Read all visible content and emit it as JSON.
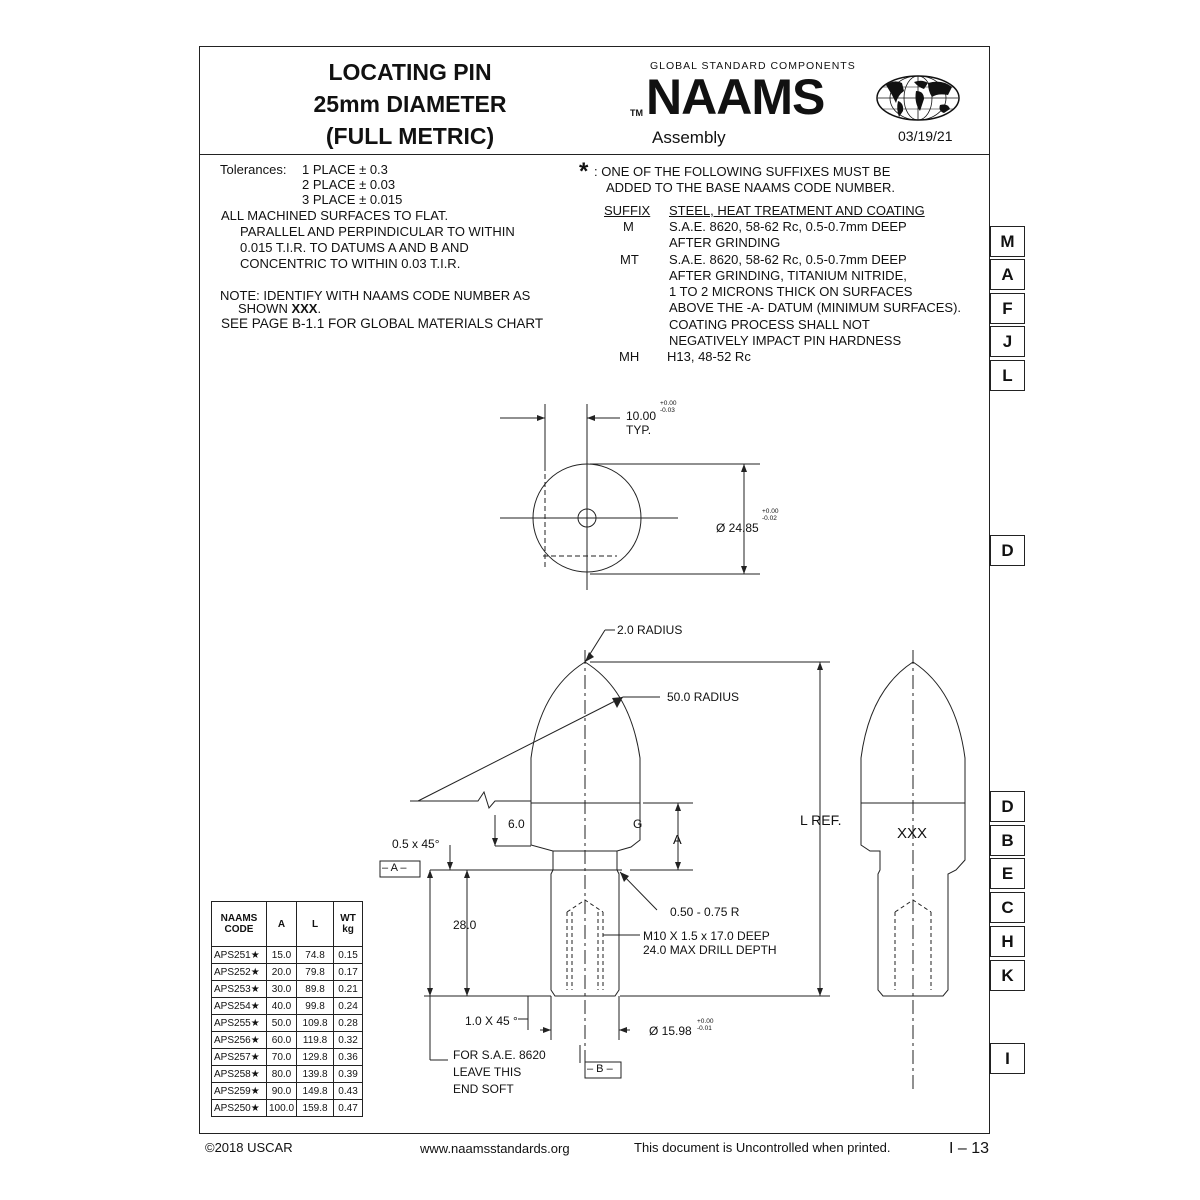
{
  "title": {
    "line1": "LOCATING PIN",
    "line2": "25mm DIAMETER",
    "line3": "(FULL METRIC)"
  },
  "brand": {
    "tagline": "GLOBAL STANDARD COMPONENTS",
    "tm": "TM",
    "name": "NAAMS",
    "section": "Assembly",
    "date": "03/19/21",
    "globe_icon": "globe-icon"
  },
  "tolerances": {
    "label": "Tolerances:",
    "place1": "1 PLACE ± 0.3",
    "place2": "2 PLACE ± 0.03",
    "place3": "3 PLACE ± 0.015"
  },
  "notes": {
    "line1": "ALL MACHINED SURFACES TO FLAT.",
    "line2": "PARALLEL AND PERPINDICULAR TO WITHIN",
    "line3": "0.015 T.I.R. TO DATUMS A AND B AND",
    "line4": "CONCENTRIC TO WITHIN 0.03 T.I.R.",
    "note1": "NOTE: IDENTIFY WITH NAAMS CODE NUMBER AS",
    "note2_prefix": "SHOWN",
    "note2_bold": "XXX",
    "note2_suffix": ".",
    "note3": "SEE PAGE B-1.1 FOR GLOBAL MATERIALS CHART"
  },
  "suffix_info": {
    "star": "*",
    "intro1": ": ONE OF THE FOLLOWING SUFFIXES MUST BE",
    "intro2": "ADDED TO THE BASE NAAMS CODE NUMBER.",
    "col1": "SUFFIX",
    "col2": "STEEL, HEAT TREATMENT AND COATING",
    "m_code": "M",
    "m_l1": "S.A.E. 8620, 58-62 Rc, 0.5-0.7mm DEEP",
    "m_l2": "AFTER GRINDING",
    "mt_code": "MT",
    "mt_l1": "S.A.E. 8620, 58-62 Rc, 0.5-0.7mm DEEP",
    "mt_l2": "AFTER GRINDING, TITANIUM NITRIDE,",
    "mt_l3": "1 TO 2 MICRONS THICK ON SURFACES",
    "mt_l4": "ABOVE THE -A- DATUM (MINIMUM SURFACES).",
    "mt_l5": "COATING PROCESS SHALL NOT",
    "mt_l6": "NEGATIVELY IMPACT PIN HARDNESS",
    "mh_code": "MH",
    "mh_l1": "H13, 48-52 Rc"
  },
  "drawing": {
    "d10": "10.00",
    "d10_tol_plus": "+0.00",
    "d10_tol_minus": "-0.03",
    "typ": "TYP.",
    "dia": "Ø 24.85",
    "dia_tol_plus": "+0.00",
    "dia_tol_minus": "-0.02",
    "r2": "2.0 RADIUS",
    "r50": "50.0 RADIUS",
    "d6": "6.0",
    "g": "G",
    "a": "A",
    "lref": "L REF.",
    "xxx": "XXX",
    "chamfer05": "0.5 x 45°",
    "datum_a": "– A –",
    "d28": "28.0",
    "fillet": "0.50 - 0.75 R",
    "thread1": "M10 X 1.5 x 17.0 DEEP",
    "thread2": "24.0 MAX DRILL DEPTH",
    "chamfer1": "1.0 X 45 °",
    "dia_small": "Ø 15.98",
    "dia_small_tol_plus": "+0.00",
    "dia_small_tol_minus": "-0.01",
    "soft1": "FOR S.A.E. 8620",
    "soft2": "LEAVE THIS",
    "soft3": "END SOFT",
    "datum_b": "– B –"
  },
  "table": {
    "headers": [
      "NAAMS CODE",
      "A",
      "L",
      "WT kg"
    ],
    "rows": [
      [
        "APS251★",
        "15.0",
        "74.8",
        "0.15"
      ],
      [
        "APS252★",
        "20.0",
        "79.8",
        "0.17"
      ],
      [
        "APS253★",
        "30.0",
        "89.8",
        "0.21"
      ],
      [
        "APS254★",
        "40.0",
        "99.8",
        "0.24"
      ],
      [
        "APS255★",
        "50.0",
        "109.8",
        "0.28"
      ],
      [
        "APS256★",
        "60.0",
        "119.8",
        "0.32"
      ],
      [
        "APS257★",
        "70.0",
        "129.8",
        "0.36"
      ],
      [
        "APS258★",
        "80.0",
        "139.8",
        "0.39"
      ],
      [
        "APS259★",
        "90.0",
        "149.8",
        "0.43"
      ],
      [
        "APS250★",
        "100.0",
        "159.8",
        "0.47"
      ]
    ]
  },
  "tabs": {
    "t1": "M",
    "t2": "A",
    "t3": "F",
    "t4": "J",
    "t5": "L",
    "t6": "D",
    "t7": "D",
    "t8": "B",
    "t9": "E",
    "t10": "C",
    "t11": "H",
    "t12": "K",
    "t13": "I"
  },
  "footer": {
    "copyright": "©2018 USCAR",
    "url": "www.naamsstandards.org",
    "uncontrolled": "This document is Uncontrolled when printed.",
    "page": "I – 13"
  }
}
